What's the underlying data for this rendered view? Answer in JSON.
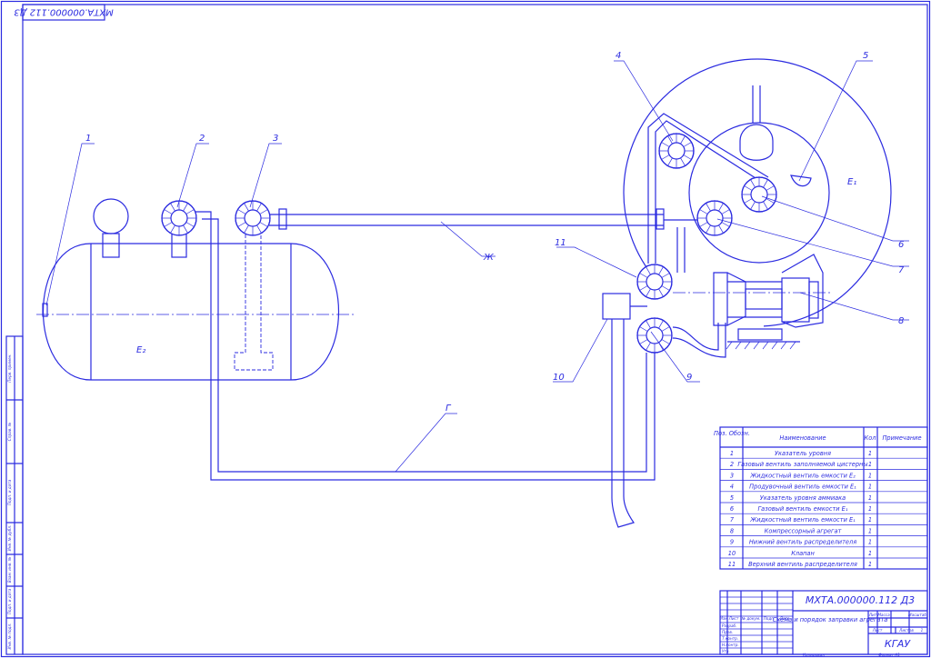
{
  "document_code": "МХТА.000000.112 Д3",
  "document_code_rotated": "МХТА.000000.112 Д3",
  "title_block": {
    "doc_title": "Схема и порядок заправки агрегата",
    "org": "КГАУ",
    "lit_header": "Лит",
    "mass_header": "Масса",
    "scale_header": "Масштаб",
    "sheet_label": "Лист",
    "sheets_label": "Листов",
    "sheets_count": "1",
    "copied": "Копировал",
    "format": "Формат А1",
    "rows": [
      "Изм",
      "Лист",
      "№ докум.",
      "Подп.",
      "Дата",
      "Разраб.",
      "Пров.",
      "Т.контр.",
      "Н.контр.",
      "Утв."
    ]
  },
  "left_strip": [
    "Перв. примен.",
    "Справ. №",
    "Подп. и дата",
    "Инв. № дубл.",
    "Взам. инв. №",
    "Подп. и дата",
    "Инв. № подл."
  ],
  "labels": {
    "e2": "Е₂",
    "e1": "Е₁",
    "line_zh": "Ж",
    "line_g": "Г",
    "pos1": "1",
    "pos2": "2",
    "pos3": "3",
    "pos4": "4",
    "pos5": "5",
    "pos6": "6",
    "pos7": "7",
    "pos8": "8",
    "pos9": "9",
    "pos10": "10",
    "pos11": "11"
  },
  "spec": {
    "headers": [
      "Поз. Обозн.",
      "Наименование",
      "Кол",
      "Примечание"
    ],
    "rows": [
      {
        "pos": "1",
        "name": "Указатель уровня",
        "qty": "1"
      },
      {
        "pos": "2",
        "name": "Газовый вентиль заполняемой цистерны",
        "qty": "1"
      },
      {
        "pos": "3",
        "name": "Жидкостный вентиль емкости Е₂",
        "qty": "1"
      },
      {
        "pos": "4",
        "name": "Продувочный вентиль емкости Е₁",
        "qty": "1"
      },
      {
        "pos": "5",
        "name": "Указатель уровня аммиака",
        "qty": "1"
      },
      {
        "pos": "6",
        "name": "Газовый вентиль емкости Е₁",
        "qty": "1"
      },
      {
        "pos": "7",
        "name": "Жидкостный вентиль емкости Е₁",
        "qty": "1"
      },
      {
        "pos": "8",
        "name": "Компрессорный агрегат",
        "qty": "1"
      },
      {
        "pos": "9",
        "name": "Нижний вентиль распределителя",
        "qty": "1"
      },
      {
        "pos": "10",
        "name": "Клапан",
        "qty": "1"
      },
      {
        "pos": "11",
        "name": "Верхний вентиль распределителя",
        "qty": "1"
      }
    ]
  },
  "colors": {
    "ink": "#2b2be0",
    "paper": "#ffffff"
  }
}
